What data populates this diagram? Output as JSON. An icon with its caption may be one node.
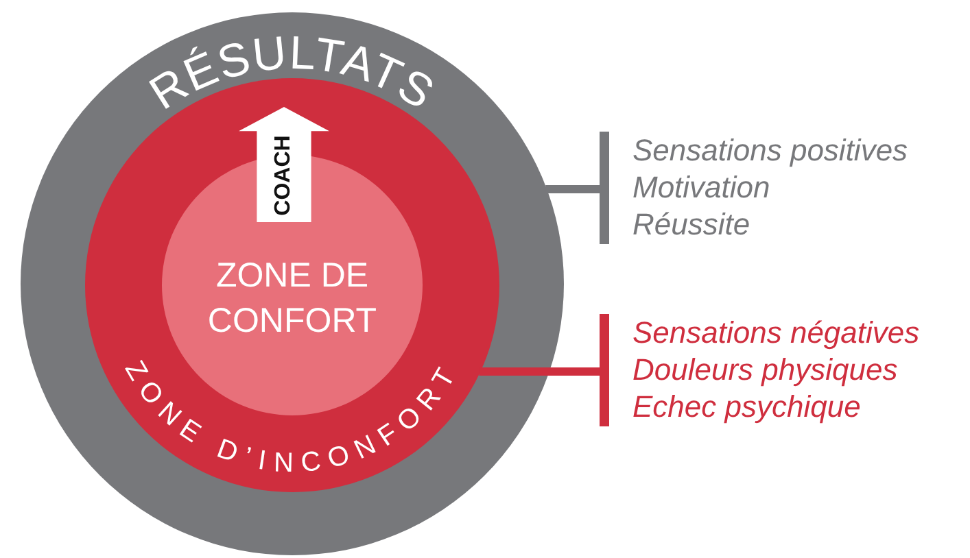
{
  "diagram": {
    "nodes": [
      {
        "text": [
          "RÉSULTATS"
        ]
      },
      {
        "text": [
          "ZONE D’INCONFORT"
        ],
        "in": 0
      },
      {
        "text": [
          "ZONE DE CONFORT"
        ],
        "in": 1
      },
      {
        "text": [
          "COACH"
        ],
        "in": 1
      },
      {
        "text": [
          "Sensations positives",
          "Motivation",
          "Réussite"
        ]
      },
      {
        "text": [
          "Sensations négatives",
          "Douleurs physiques",
          "Echec psychique"
        ]
      }
    ],
    "edges": [
      {
        "from": 0,
        "to": 4,
        "arrow": "none",
        "color": "#77787b"
      },
      {
        "from": 1,
        "to": 5,
        "arrow": "none",
        "color": "#cf2e3e"
      }
    ]
  }
}
